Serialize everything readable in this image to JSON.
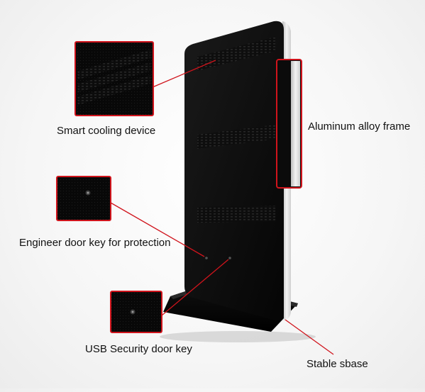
{
  "callouts": {
    "cooling": {
      "label": "Smart cooling device"
    },
    "frame": {
      "label": "Aluminum alloy frame"
    },
    "engineer_key": {
      "label": "Engineer door key for protection"
    },
    "usb_key": {
      "label": "USB Security door key"
    },
    "base": {
      "label": "Stable sbase"
    }
  },
  "colors": {
    "callout": "#d0141c",
    "panel": "#0b0b0b",
    "frame": "#dcdcdc",
    "background": "#f6f6f6"
  }
}
